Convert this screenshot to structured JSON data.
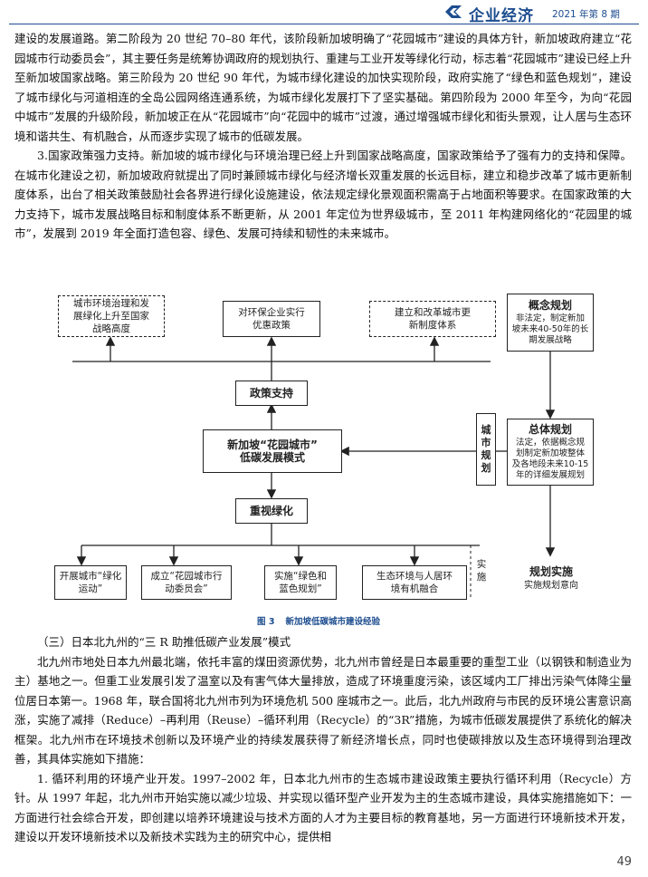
{
  "header": {
    "title": "企业经济",
    "issue": "2021 年第 8 期"
  },
  "paragraphs_top": [
    "建设的发展道路。第二阶段为 20 世纪 70–80 年代，该阶段新加坡明确了“花园城市”建设的具体方针，新加坡政府建立“花园城市行动委员会”，其主要任务是统筹协调政府的规划执行、重建与工业开发等绿化行动，标志着“花园城市”建设已经上升至新加坡国家战略。第三阶段为 20 世纪 90 年代，为城市绿化建设的加快实现阶段，政府实施了“绿色和蓝色规划”，建设了城市绿化与河道相连的全岛公园网络连通系统，为城市绿化发展打下了坚实基础。第四阶段为 2000 年至今，为向“花园中城市”发展的升级阶段，新加坡正在从“花园城市”向“花园中的城市”过渡，通过增强城市绿化和街头景观，让人居与生态环境和谐共生、有机融合，从而逐步实现了城市的低碳发展。",
    "3.国家政策强力支持。新加坡的城市绿化与环境治理已经上升到国家战略高度，国家政策给予了强有力的支持和保障。在城市化建设之初，新加坡政府就提出了同时兼顾城市绿化与经济增长双重发展的长远目标，建立和稳步改革了城市更新制度体系，出台了相关政策鼓励社会各界进行绿化设施建设，依法规定绿化景观面积需高于占地面积等要求。在国家政策的大力支持下，城市发展战略目标和制度体系不断更新，从 2001 年定位为世界级城市，至 2011 年构建网络化的“花园里的城市”，发展到 2019 年全面打造包容、绿色、发展可持续和韧性的未来城市。"
  ],
  "figure": {
    "top_boxes": [
      "城市环境治理和发\n展绿化上升至国家\n战略高度",
      "对环保企业实行\n优惠政策",
      "建立和改革城市更\n新制度体系"
    ],
    "policy_support": "政策支持",
    "center_model": "新加坡“花园城市”\n低碳发展模式",
    "emphasis_greening": "重视绿化",
    "bottom_boxes": [
      "开展城市“绿化\n运动”",
      "成立“花园城市行\n动委员会”",
      "实施“绿色和\n蓝色规划”",
      "生态环境与人居环\n境有机融合"
    ],
    "implementation_side": "实\n施",
    "city_planning": "城\n市\n规\n划",
    "concept_plan_title": "概念规划",
    "concept_plan_text": "非法定，制定新加\n坡未来40-50年的长\n期发展战略",
    "master_plan_title": "总体规划",
    "master_plan_text": "法定，依据概念规\n划制定新加坡整体\n及各地段未来10-15\n年的详细发展规划",
    "plan_impl_title": "规划实施",
    "plan_impl_text": "实施规划意向"
  },
  "caption": {
    "label": "图 3",
    "text": "新加坡低碳城市建设经验"
  },
  "section_heading": "（三）日本北九州的“三 R 助推低碳产业发展”模式",
  "paragraphs_bottom": [
    "北九州市地处日本九州最北端，依托丰富的煤田资源优势，北九州市曾经是日本最重要的重型工业（以钢铁和制造业为主）基地之一。但重工业发展引发了温室以及有害气体大量排放，造成了环境重度污染，该区域内工厂排出污染气体降尘量位居日本第一。1968 年，联合国将北九州市列为环境危机 500 座城市之一。此后，北九州政府与市民的反环境公害意识高涨，实施了减排（Reduce）–再利用（Reuse）–循环利用（Recycle）的“3R”措施，为城市低碳发展提供了系统化的解决框架。北九州市在环境技术创新以及环境产业的持续发展获得了新经济增长点，同时也使碳排放以及生态环境得到治理改善，其具体实施如下措施：",
    "1. 循环利用的环境产业开发。1997–2002 年，日本北九州市的生态城市建设政策主要执行循环利用（Recycle）方针。从 1997 年起，北九州市开始实施以减少垃圾、并实现以循环型产业开发为主的生态城市建设，具体实施措施如下：一方面进行社会综合开发，即创建以培养环境建设与技术方面的人才为主要目标的教育基地，另一方面进行环境新技术开发，建设以开发环境新技术以及新技术实践为主的研究中心，提供相"
  ],
  "page_number": "49"
}
